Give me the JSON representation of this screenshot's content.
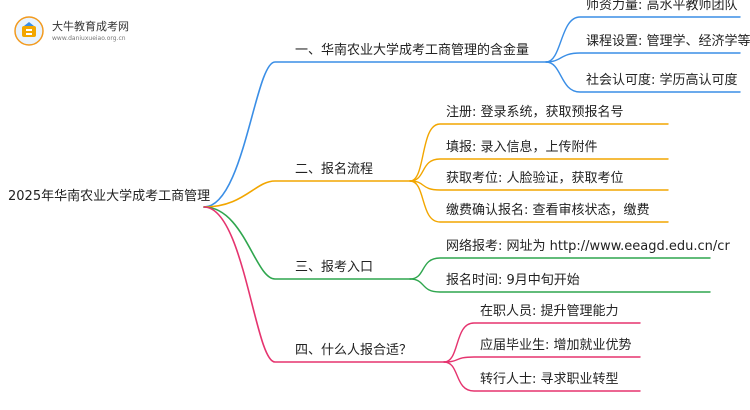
{
  "logo": {
    "title": "大牛教育成考网",
    "url": "www.daniuxueiao.org.cn"
  },
  "root": {
    "label": "2025年华南农业大学成考工商管理"
  },
  "branches": [
    {
      "label": "一、华南农业大学成考工商管理的含金量",
      "color": "#3a8ee6",
      "children": [
        {
          "label": "师资力量: 高水平教师团队"
        },
        {
          "label": "课程设置: 管理学、经济学等"
        },
        {
          "label": "社会认可度: 学历高认可度"
        }
      ]
    },
    {
      "label": "二、报名流程",
      "color": "#f2a600",
      "children": [
        {
          "label": "注册: 登录系统，获取预报名号"
        },
        {
          "label": "填报: 录入信息，上传附件"
        },
        {
          "label": "获取考位: 人脸验证，获取考位"
        },
        {
          "label": "缴费确认报名: 查看审核状态，缴费"
        }
      ]
    },
    {
      "label": "三、报考入口",
      "color": "#2fa64e",
      "children": [
        {
          "label": "网络报考: 网址为 http://www.eeagd.edu.cn/cr"
        },
        {
          "label": "报名时间: 9月中旬开始"
        }
      ]
    },
    {
      "label": "四、什么人报合适？",
      "color": "#e5346f",
      "children": [
        {
          "label": "在职人员: 提升管理能力"
        },
        {
          "label": "应届毕业生: 增加就业优势"
        },
        {
          "label": "转行人士: 寻求职业转型"
        }
      ]
    }
  ]
}
